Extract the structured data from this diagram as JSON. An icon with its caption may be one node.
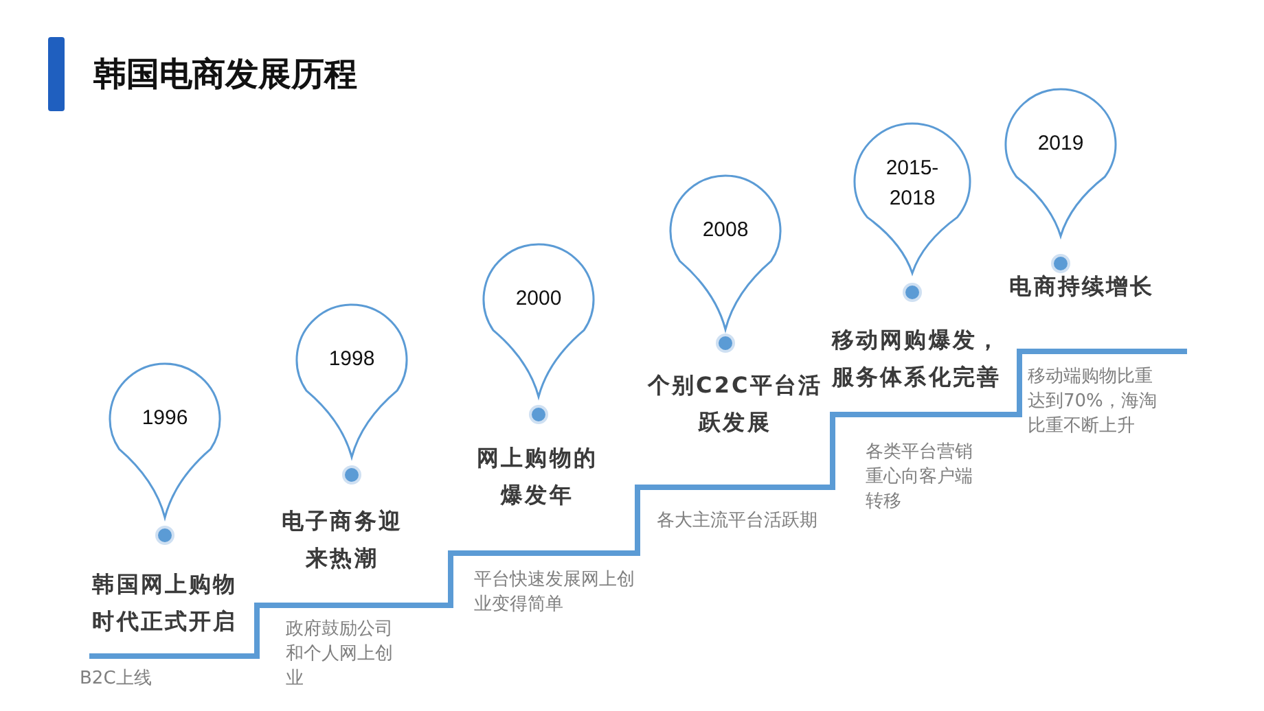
{
  "diagram": {
    "title": "韩国电商发展历程",
    "nodes": [
      {
        "text": [
          "1996"
        ],
        "beside": [
          "韩国网上购物时代正式开启"
        ]
      },
      {
        "text": [
          "1998"
        ],
        "beside": [
          "电子商务迎来热潮"
        ]
      },
      {
        "text": [
          "2000"
        ],
        "beside": [
          "网上购物的爆发年"
        ]
      },
      {
        "text": [
          "2008"
        ],
        "beside": [
          "个别C2C平台活跃发展"
        ]
      },
      {
        "text": [
          "2015-2018"
        ],
        "beside": [
          "移动网购爆发，服务体系化完善"
        ]
      },
      {
        "text": [
          "2019"
        ],
        "beside": [
          "电商持续增长"
        ]
      }
    ],
    "edges": [],
    "labels": [
      "移动端购物比重达到70%，海淘比重不断上升",
      "各类平台营销重心向客户端转移",
      "各大主流平台活跃期",
      "平台快速发展网上创业变得简单",
      "政府鼓励公司和个人网上创业",
      "B2C上线"
    ]
  }
}
